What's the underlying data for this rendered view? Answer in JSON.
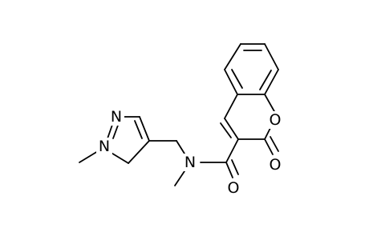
{
  "molecule": {
    "atoms": {
      "ring_oxygen": "O",
      "carbonyl_oxygen_lactone": "O",
      "carbonyl_oxygen_amide": "O",
      "amide_nitrogen": "N",
      "pyrazole_n1": "N",
      "pyrazole_n2": "N"
    }
  },
  "colors": {
    "bond": "#000000",
    "label": "#000000",
    "background": "#ffffff"
  }
}
